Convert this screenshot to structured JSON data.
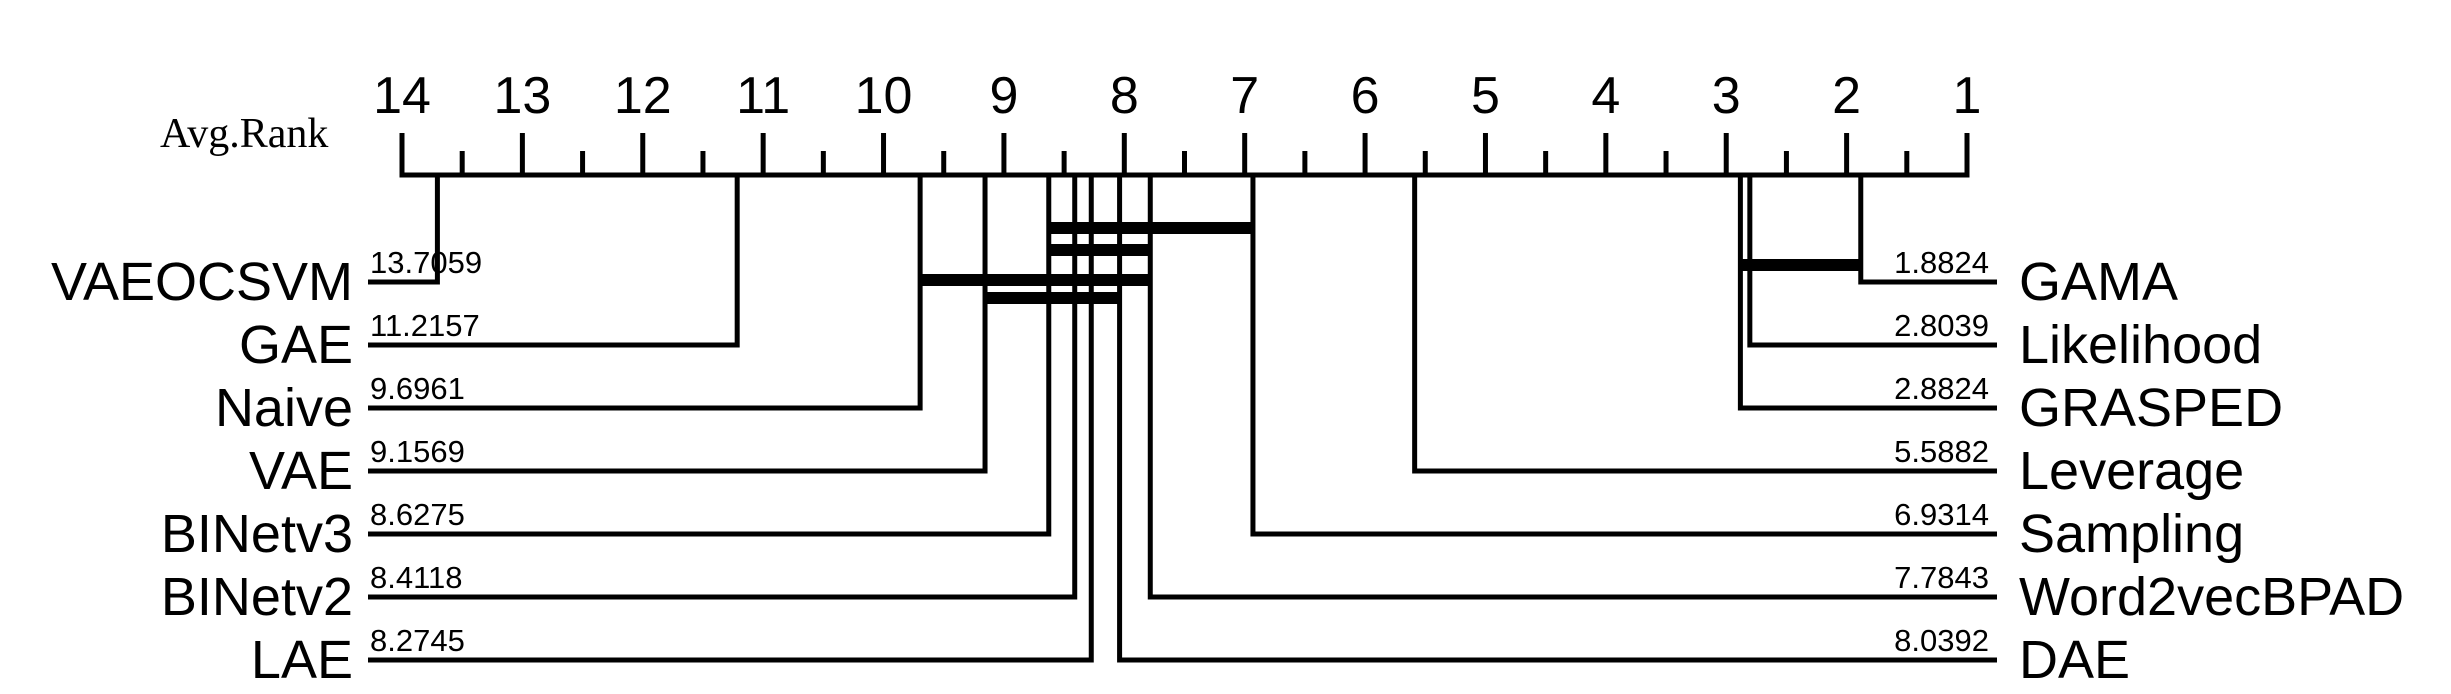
{
  "chart_data": {
    "type": "critical-difference",
    "axis_title": "Avg.Rank",
    "rank_range": [
      14,
      1
    ],
    "tick_labels": [
      "14",
      "13",
      "12",
      "11",
      "10",
      "9",
      "8",
      "7",
      "6",
      "5",
      "4",
      "3",
      "2",
      "1"
    ],
    "left_methods": [
      {
        "name": "VAEOCSVM",
        "rank": 13.7059,
        "rank_label": "13.7059"
      },
      {
        "name": "GAE",
        "rank": 11.2157,
        "rank_label": "11.2157"
      },
      {
        "name": "Naive",
        "rank": 9.6961,
        "rank_label": "9.6961"
      },
      {
        "name": "VAE",
        "rank": 9.1569,
        "rank_label": "9.1569"
      },
      {
        "name": "BINetv3",
        "rank": 8.6275,
        "rank_label": "8.6275"
      },
      {
        "name": "BINetv2",
        "rank": 8.4118,
        "rank_label": "8.4118"
      },
      {
        "name": "LAE",
        "rank": 8.2745,
        "rank_label": "8.2745"
      }
    ],
    "right_methods": [
      {
        "name": "GAMA",
        "rank": 1.8824,
        "rank_label": "1.8824"
      },
      {
        "name": "Likelihood",
        "rank": 2.8039,
        "rank_label": "2.8039"
      },
      {
        "name": "GRASPED",
        "rank": 2.8824,
        "rank_label": "2.8824"
      },
      {
        "name": "Leverage",
        "rank": 5.5882,
        "rank_label": "5.5882"
      },
      {
        "name": "Sampling",
        "rank": 6.9314,
        "rank_label": "6.9314"
      },
      {
        "name": "Word2vecBPAD",
        "rank": 7.7843,
        "rank_label": "7.7843"
      },
      {
        "name": "DAE",
        "rank": 8.0392,
        "rank_label": "8.0392"
      }
    ],
    "cliques": [
      {
        "from": 1.8824,
        "to": 2.8824
      },
      {
        "from": 6.9314,
        "to": 8.6275
      },
      {
        "from": 7.7843,
        "to": 8.6275
      },
      {
        "from": 7.7843,
        "to": 9.6961
      },
      {
        "from": 8.0392,
        "to": 9.1569
      }
    ]
  }
}
